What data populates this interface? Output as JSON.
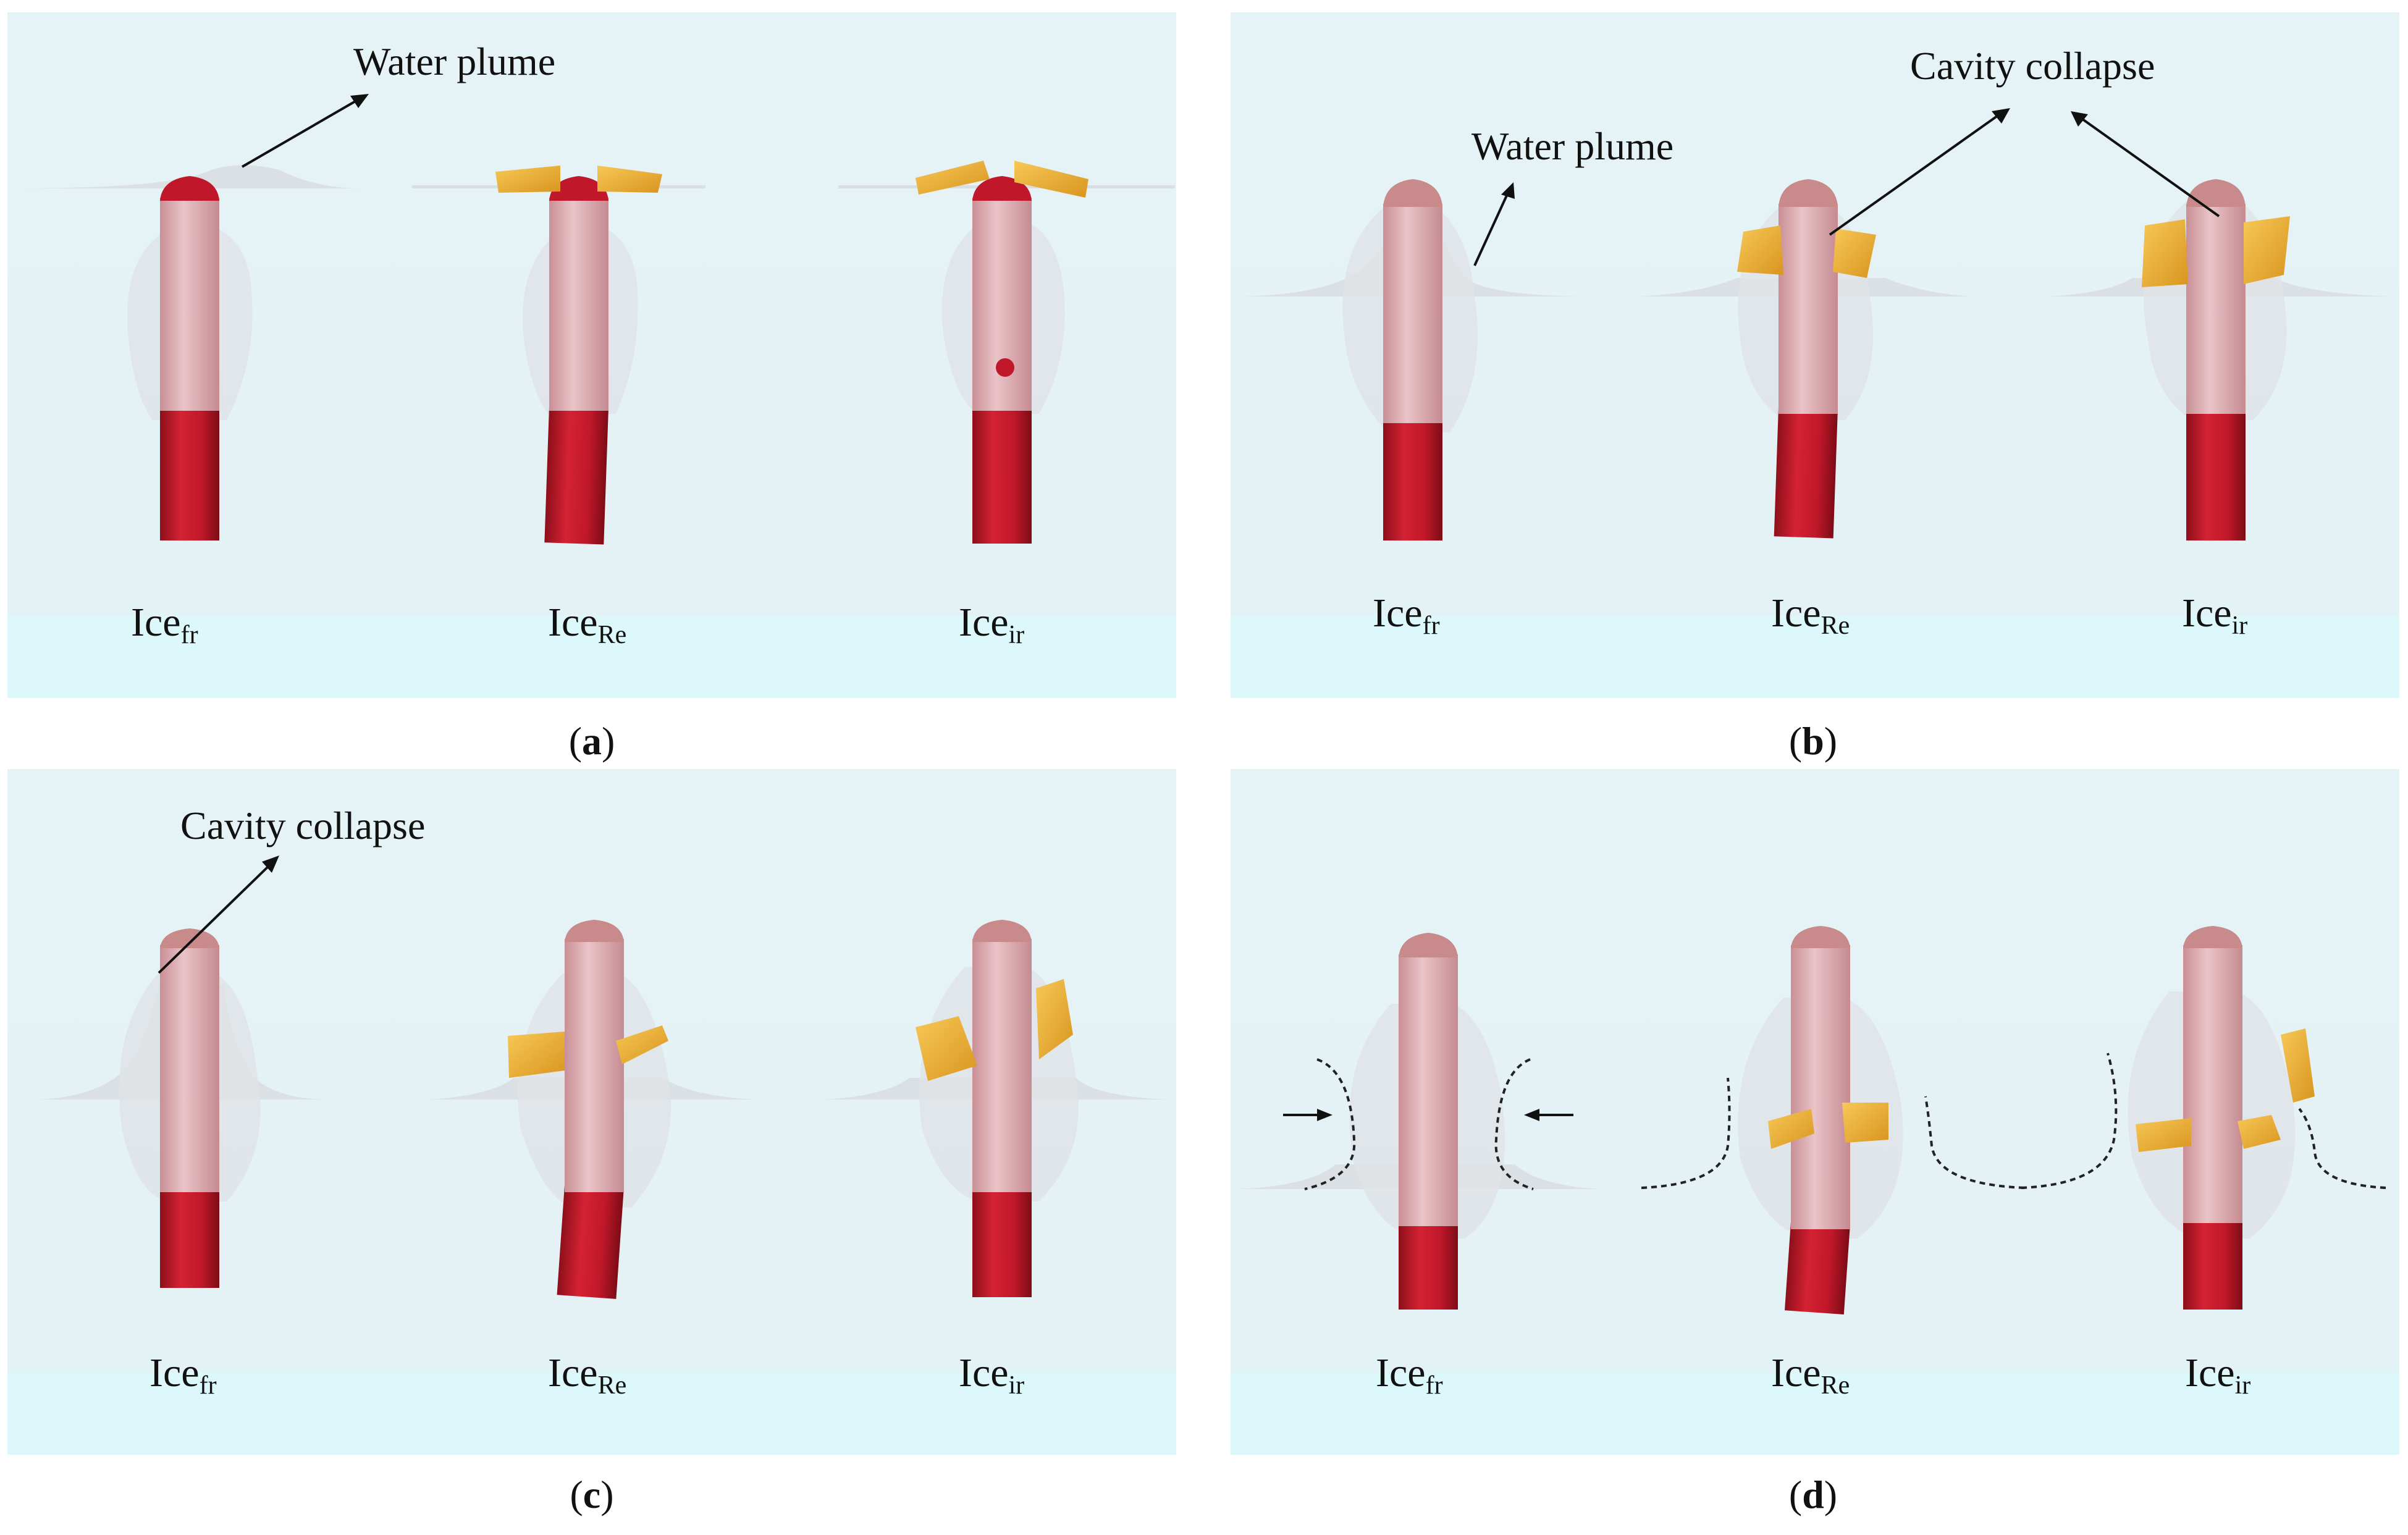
{
  "figure": {
    "panels": [
      {
        "id": "a",
        "tag": "a",
        "annotations": [
          "Water plume"
        ],
        "labels": [
          {
            "base": "Ice",
            "sub": "fr"
          },
          {
            "base": "Ice",
            "sub": "Re"
          },
          {
            "base": "Ice",
            "sub": "ir"
          }
        ]
      },
      {
        "id": "b",
        "tag": "b",
        "annotations": [
          "Water plume",
          "Cavity collapse"
        ],
        "labels": [
          {
            "base": "Ice",
            "sub": "fr"
          },
          {
            "base": "Ice",
            "sub": "Re"
          },
          {
            "base": "Ice",
            "sub": "ir"
          }
        ]
      },
      {
        "id": "c",
        "tag": "c",
        "annotations": [
          "Cavity collapse"
        ],
        "labels": [
          {
            "base": "Ice",
            "sub": "fr"
          },
          {
            "base": "Ice",
            "sub": "Re"
          },
          {
            "base": "Ice",
            "sub": "ir"
          }
        ]
      },
      {
        "id": "d",
        "tag": "d",
        "annotations": [],
        "labels": [
          {
            "base": "Ice",
            "sub": "fr"
          },
          {
            "base": "Ice",
            "sub": "Re"
          },
          {
            "base": "Ice",
            "sub": "ir"
          }
        ]
      }
    ],
    "colors": {
      "projectile": "#c0182a",
      "projectile_tip": "#c88a8a",
      "ice": "#efb43a",
      "water": "#dfe3e6",
      "background": "#e4f2f5"
    }
  }
}
